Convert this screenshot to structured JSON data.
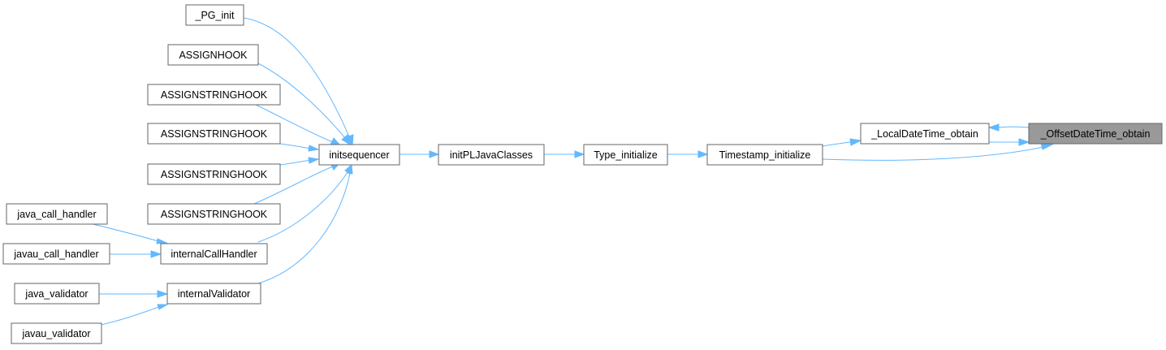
{
  "colors": {
    "edge": "#63b8ff",
    "node_border": "#666666",
    "node_fill": "#ffffff",
    "current_fill": "#999999"
  },
  "nodes": {
    "pg_init": "_PG_init",
    "assignhook": "ASSIGNHOOK",
    "assignstringhook_1": "ASSIGNSTRINGHOOK",
    "assignstringhook_2": "ASSIGNSTRINGHOOK",
    "assignstringhook_3": "ASSIGNSTRINGHOOK",
    "assignstringhook_4": "ASSIGNSTRINGHOOK",
    "java_call_handler": "java_call_handler",
    "javau_call_handler": "javau_call_handler",
    "java_validator": "java_validator",
    "javau_validator": "javau_validator",
    "internal_call_handler": "internalCallHandler",
    "internal_validator": "internalValidator",
    "initsequencer": "initsequencer",
    "init_pl_java_classes": "initPLJavaClasses",
    "type_initialize": "Type_initialize",
    "timestamp_initialize": "Timestamp_initialize",
    "local_date_time_obtain": "_LocalDateTime_obtain",
    "offset_date_time_obtain": "_OffsetDateTime_obtain"
  }
}
